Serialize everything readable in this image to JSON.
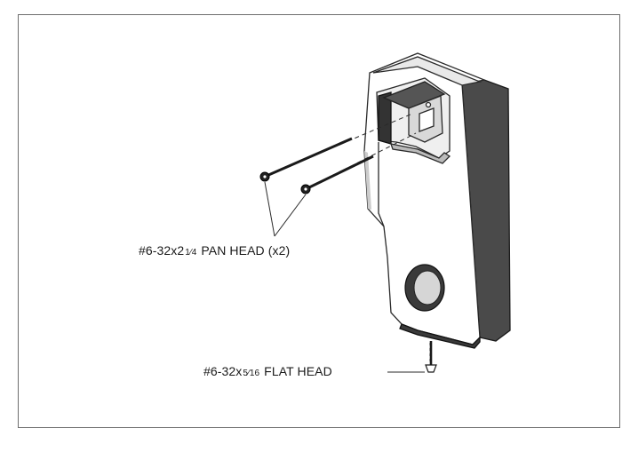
{
  "diagram": {
    "labels": {
      "pan_head": {
        "prefix": "#6-32x2",
        "fraction": "1⁄4",
        "suffix": " PAN HEAD (x2)"
      },
      "flat_head": {
        "prefix": "#6-32x",
        "fraction": "5⁄16",
        "suffix": " FLAT HEAD"
      }
    }
  },
  "colors": {
    "line": "#2a2a2a",
    "shade": "#555555",
    "frame": "#6e6e6e"
  }
}
